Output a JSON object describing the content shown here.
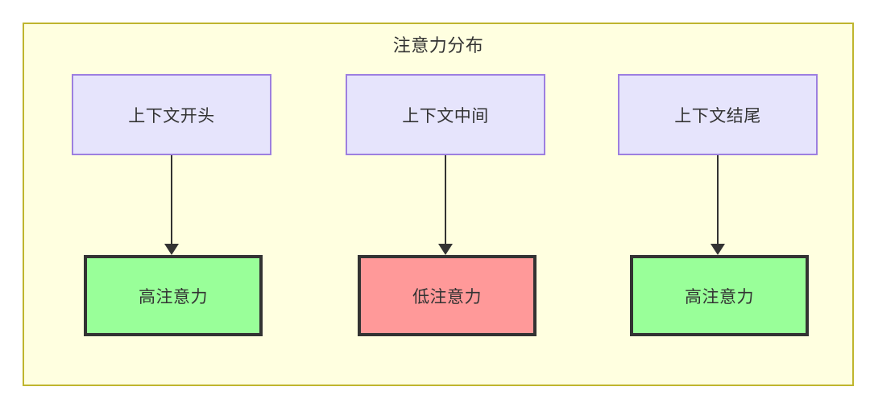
{
  "diagram": {
    "title": "注意力分布",
    "container": {
      "fill": "#ffffe0",
      "stroke": "#bfb52e"
    },
    "columns": [
      {
        "id": "col1",
        "source": {
          "label": "上下文开头",
          "fill": "#e6e4fc",
          "stroke": "#9d7fe0"
        },
        "target": {
          "label": "高注意力",
          "fill": "#99ff99",
          "stroke": "#333333",
          "level": "high"
        },
        "edge": {
          "style": "solid",
          "arrow": "triangle",
          "direction": "down",
          "color": "#333333"
        }
      },
      {
        "id": "col2",
        "source": {
          "label": "上下文中间",
          "fill": "#e6e4fc",
          "stroke": "#9d7fe0"
        },
        "target": {
          "label": "低注意力",
          "fill": "#ff9999",
          "stroke": "#333333",
          "level": "low"
        },
        "edge": {
          "style": "solid",
          "arrow": "triangle",
          "direction": "down",
          "color": "#333333"
        }
      },
      {
        "id": "col3",
        "source": {
          "label": "上下文结尾",
          "fill": "#e6e4fc",
          "stroke": "#9d7fe0"
        },
        "target": {
          "label": "高注意力",
          "fill": "#99ff99",
          "stroke": "#333333",
          "level": "high"
        },
        "edge": {
          "style": "solid",
          "arrow": "triangle",
          "direction": "down",
          "color": "#333333"
        }
      }
    ]
  }
}
